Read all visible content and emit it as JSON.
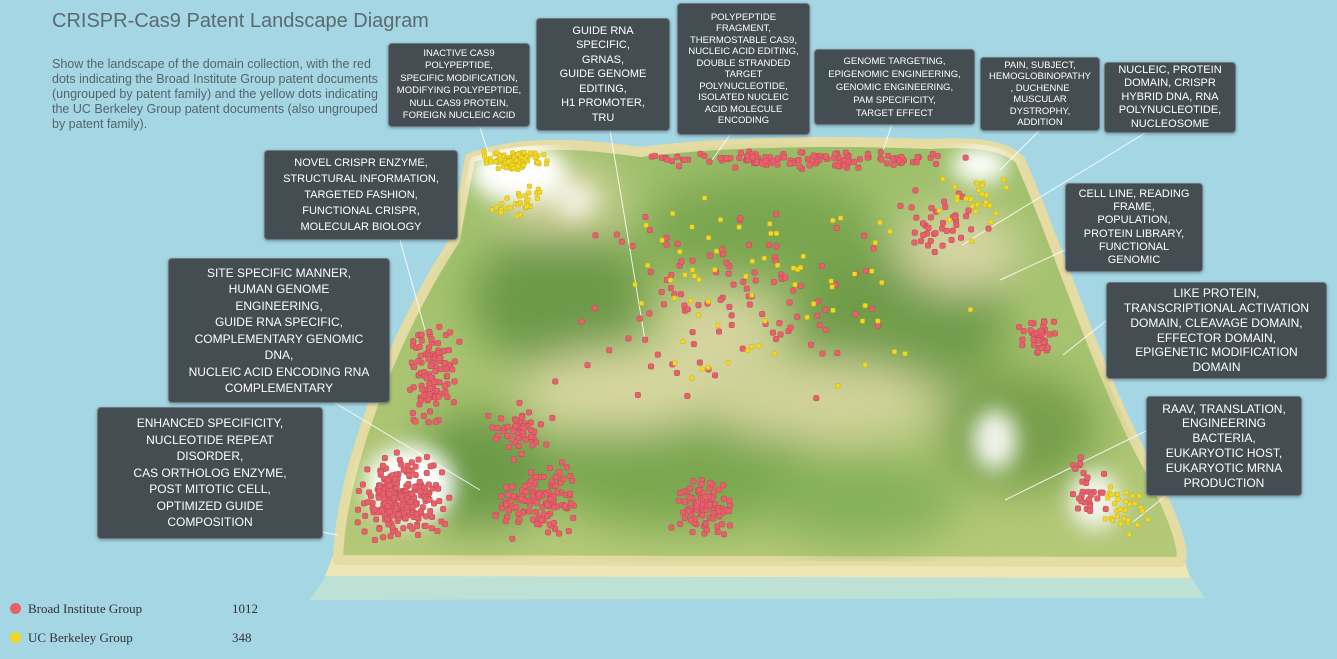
{
  "title": "CRISPR-Cas9 Patent Landscape Diagram",
  "description": "Show the landscape of the domain collection, with the red dots indicating the Broad Institute Group patent documents (ungrouped by patent family) and the yellow dots indicating the UC Berkeley Group patent documents (also ungrouped by patent family).",
  "colors": {
    "broad": "#e8606a",
    "berkeley": "#f2d724",
    "label_bg": "#434d52",
    "water": "#a5d6e4"
  },
  "legend": [
    {
      "name": "Broad  Institute  Group",
      "count": "1012",
      "color": "#e8606a"
    },
    {
      "name": "UC Berkeley  Group",
      "count": "348",
      "color": "#f2d724"
    }
  ],
  "labels": [
    {
      "id": "inactive-cas9",
      "lines": [
        "INACTIVE CAS9",
        "POLYPEPTIDE,",
        "SPECIFIC MODIFICATION,",
        "MODIFYING POLYPEPTIDE,",
        "NULL CAS9 PROTEIN,",
        "FOREIGN NUCLEIC ACID"
      ]
    },
    {
      "id": "guide-rna-specific",
      "lines": [
        "GUIDE RNA",
        "SPECIFIC,",
        "GRNAS,",
        "GUIDE GENOME",
        "EDITING,",
        "H1 PROMOTER,",
        "TRU"
      ]
    },
    {
      "id": "polypeptide-fragment",
      "lines": [
        "POLYPEPTIDE",
        "FRAGMENT,",
        "THERMOSTABLE CAS9,",
        "NUCLEIC ACID EDITING,",
        "DOUBLE STRANDED",
        "TARGET",
        "POLYNUCLEOTIDE,",
        "ISOLATED NUCLEIC",
        "ACID MOLECULE",
        "ENCODING"
      ]
    },
    {
      "id": "genome-targeting",
      "lines": [
        "GENOME TARGETING,",
        "EPIGENOMIC ENGINEERING,",
        "GENOMIC ENGINEERING,",
        "PAM SPECIFICITY,",
        "TARGET EFFECT"
      ]
    },
    {
      "id": "pain-subject",
      "lines": [
        "PAIN, SUBJECT,",
        "HEMOGLOBINOPATHY",
        ", DUCHENNE",
        "MUSCULAR",
        "DYSTROPHY,",
        "ADDITION"
      ]
    },
    {
      "id": "nucleic-protein",
      "lines": [
        "NUCLEIC, PROTEIN",
        "DOMAIN, CRISPR",
        "HYBRID DNA, RNA",
        "POLYNUCLEOTIDE,",
        "NUCLEOSOME"
      ]
    },
    {
      "id": "novel-crispr",
      "lines": [
        "NOVEL CRISPR ENZYME,",
        "STRUCTURAL INFORMATION,",
        "TARGETED FASHION,",
        "FUNCTIONAL CRISPR,",
        "MOLECULAR BIOLOGY"
      ]
    },
    {
      "id": "cell-line",
      "lines": [
        "CELL LINE, READING",
        "FRAME,",
        "POPULATION,",
        "PROTEIN LIBRARY,",
        "FUNCTIONAL",
        "GENOMIC"
      ]
    },
    {
      "id": "site-specific",
      "lines": [
        "SITE SPECIFIC MANNER,",
        "HUMAN GENOME",
        "ENGINEERING,",
        "GUIDE RNA SPECIFIC,",
        "COMPLEMENTARY GENOMIC",
        "DNA,",
        "NUCLEIC ACID ENCODING RNA",
        "COMPLEMENTARY"
      ]
    },
    {
      "id": "like-protein",
      "lines": [
        "LIKE PROTEIN,",
        "TRANSCRIPTIONAL ACTIVATION",
        "DOMAIN, CLEAVAGE DOMAIN,",
        "EFFECTOR DOMAIN,",
        "EPIGENETIC MODIFICATION",
        "DOMAIN"
      ]
    },
    {
      "id": "enhanced-specificity",
      "lines": [
        "ENHANCED SPECIFICITY,",
        "NUCLEOTIDE REPEAT",
        "DISORDER,",
        "CAS ORTHOLOG ENZYME,",
        "POST MITOTIC CELL,",
        "OPTIMIZED GUIDE",
        "COMPOSITION"
      ]
    },
    {
      "id": "raav-translation",
      "lines": [
        "RAAV, TRANSLATION,",
        "ENGINEERING",
        "BACTERIA,",
        "EUKARYOTIC HOST,",
        "EUKARYOTIC MRNA",
        "PRODUCTION"
      ]
    }
  ]
}
